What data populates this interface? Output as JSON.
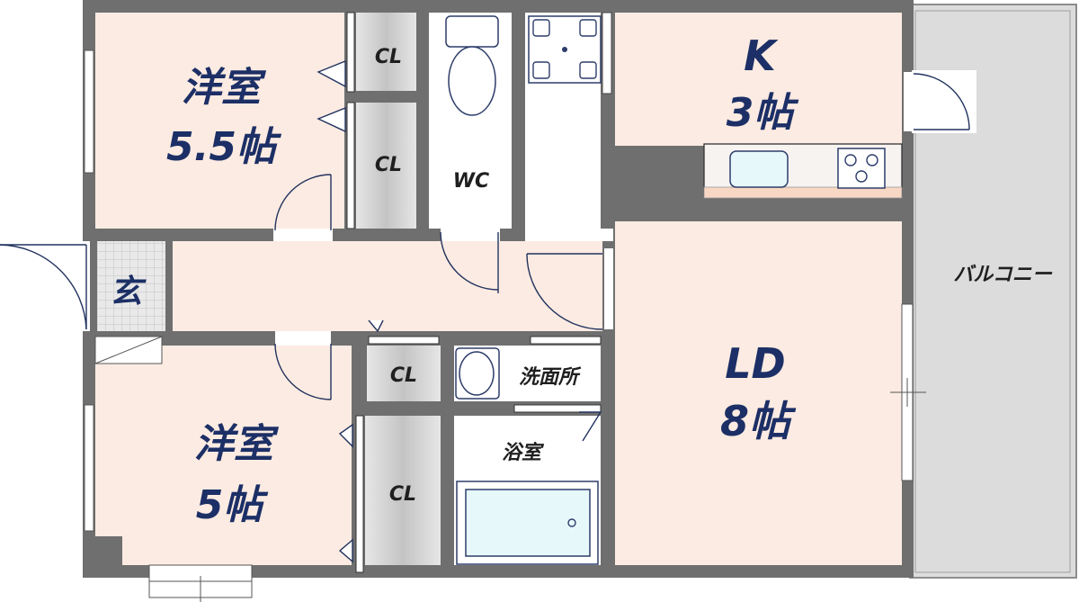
{
  "rooms": {
    "western_room_1": {
      "name": "洋室",
      "size": "5.5帖"
    },
    "western_room_2": {
      "name": "洋室",
      "size": "5帖"
    },
    "kitchen": {
      "name": "K",
      "size": "3帖"
    },
    "living_dining": {
      "name": "LD",
      "size": "8帖"
    },
    "entrance": {
      "name": "玄"
    },
    "toilet": {
      "name": "WC"
    },
    "washroom": {
      "name": "洗面所"
    },
    "bathroom": {
      "name": "浴室"
    },
    "balcony": {
      "name": "バルコニー"
    },
    "closets": [
      "CL",
      "CL",
      "CL",
      "CL"
    ]
  },
  "colors": {
    "room_floor": "#fcebe2",
    "wall": "#6f6f6f",
    "closet": "#c9c9c9",
    "balcony": "#dcdcdc",
    "label": "#1c2f66",
    "fixture_line": "#2d3d6a",
    "bath_tub": "#e7f8fb"
  }
}
